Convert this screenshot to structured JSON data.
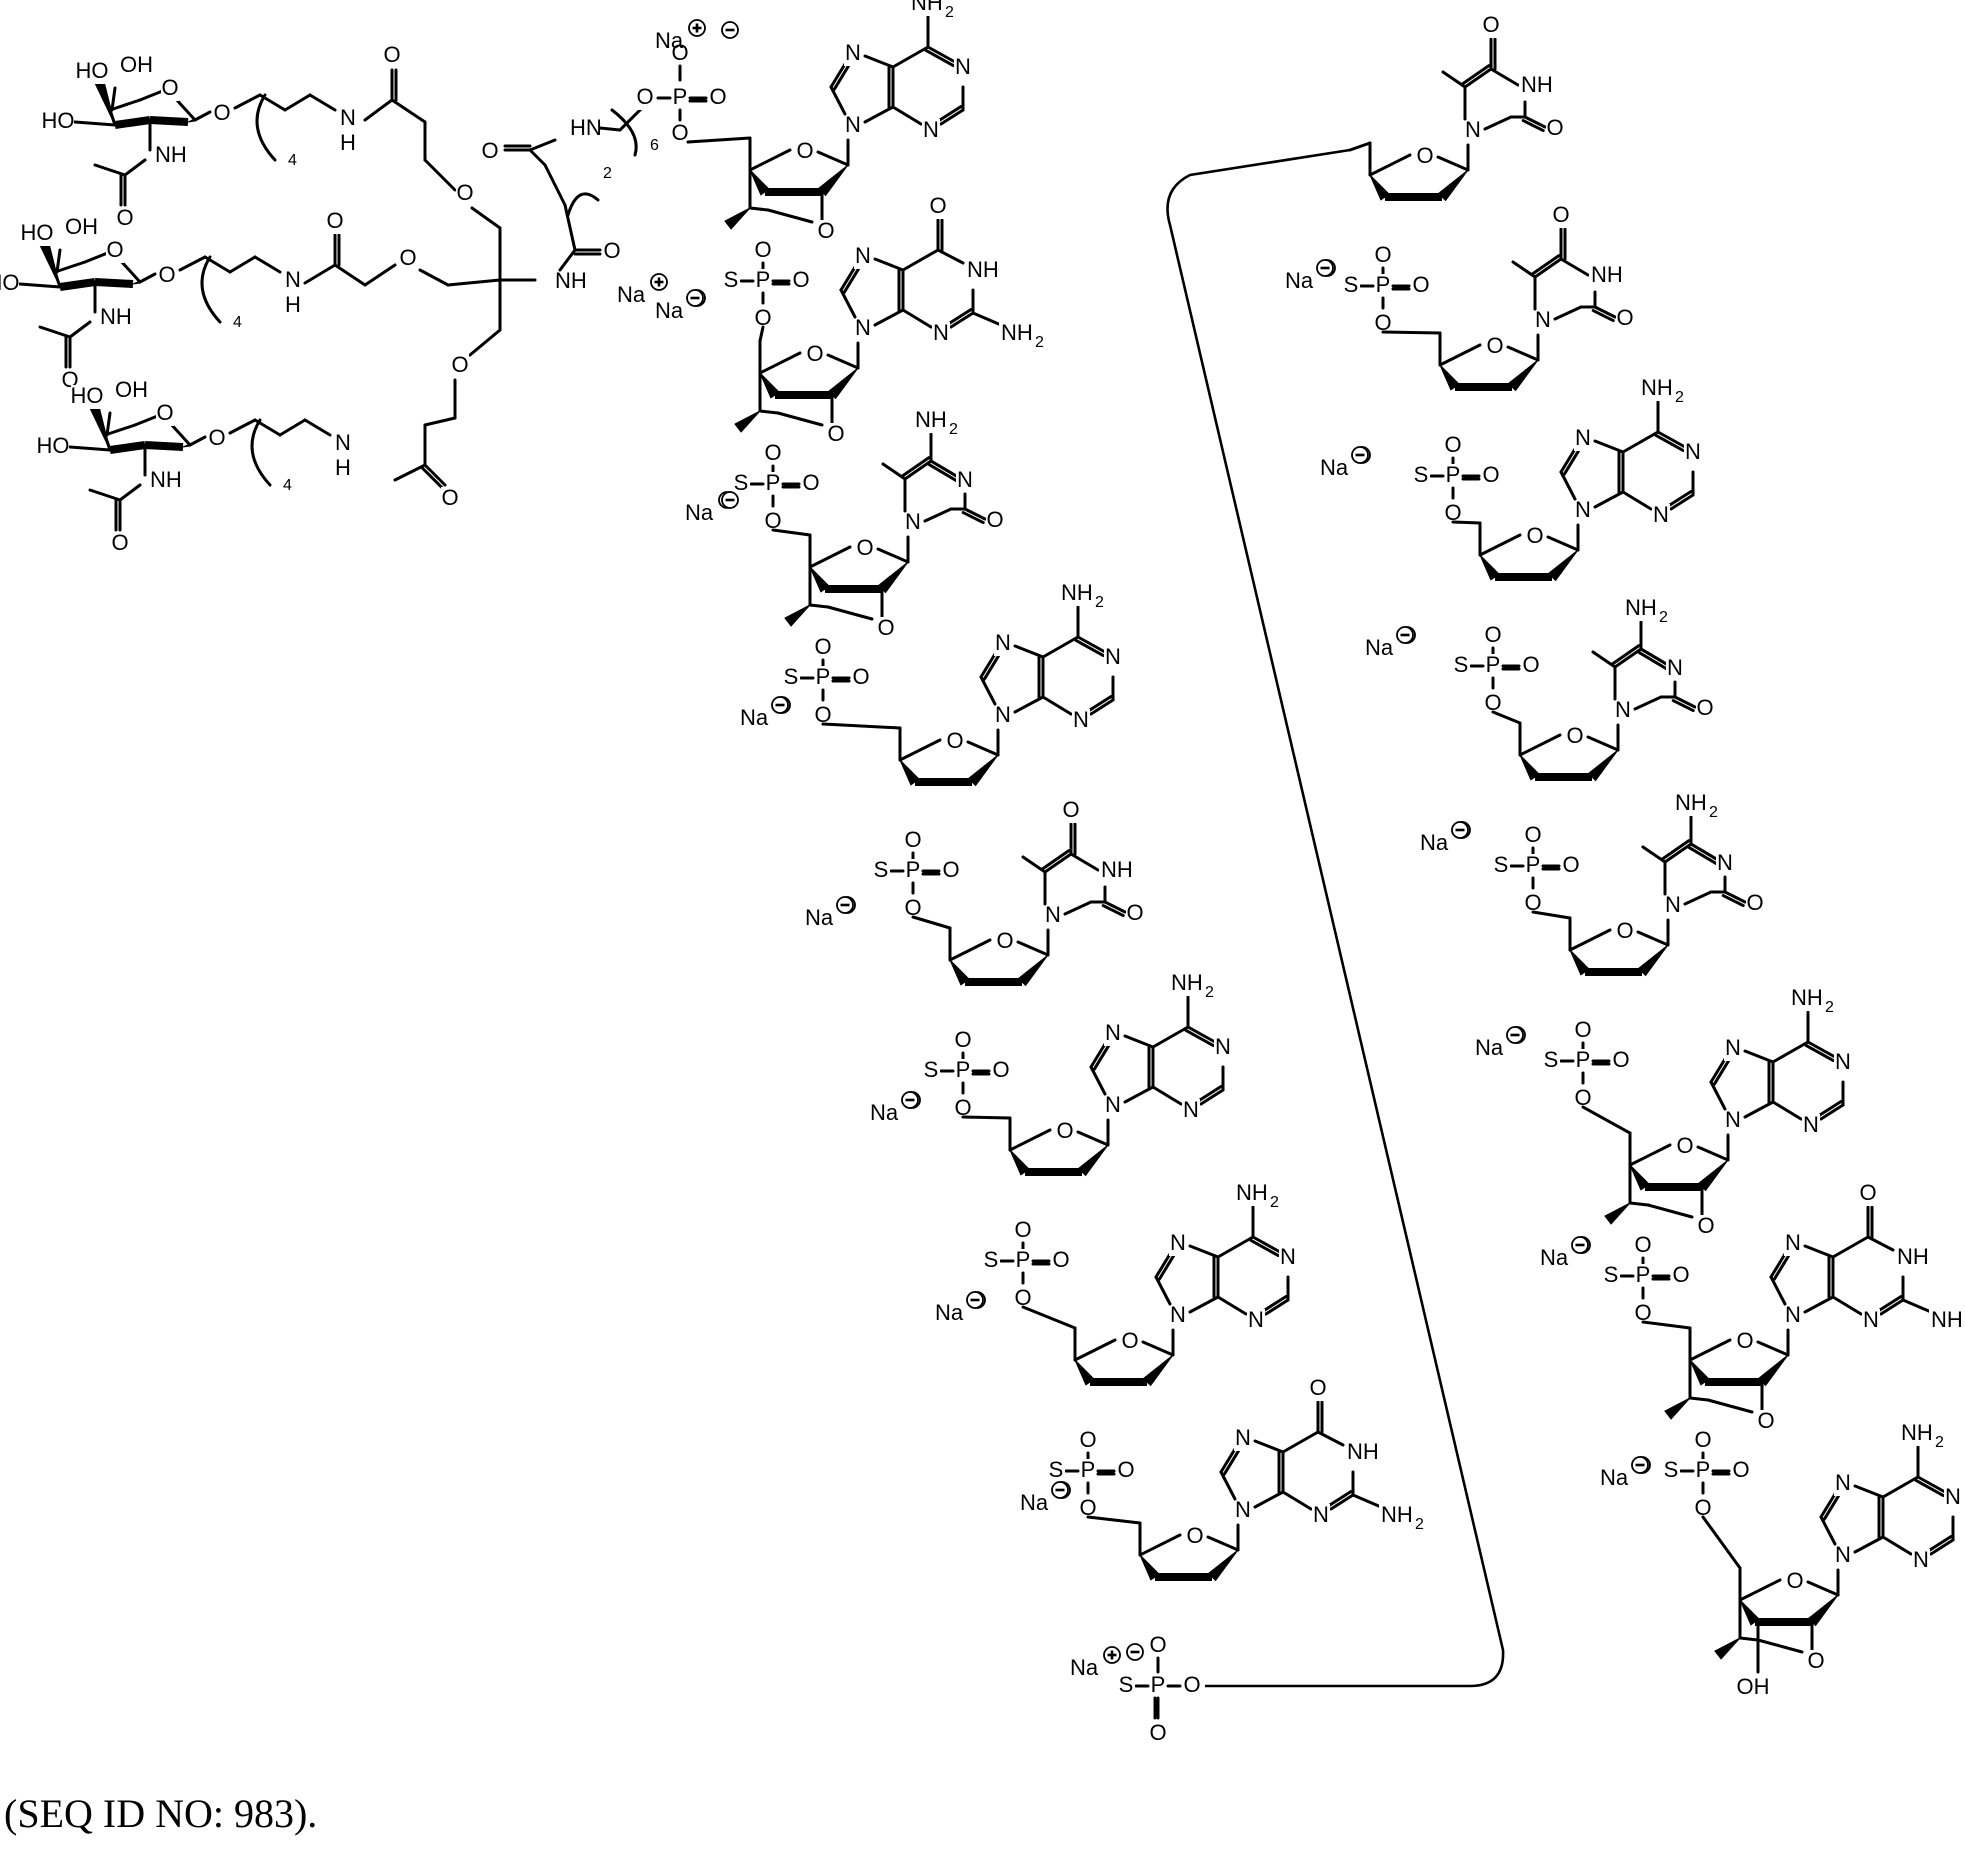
{
  "caption": "(SEQ ID NO: 983).",
  "labels": {
    "na": "Na",
    "plus": "+",
    "minus": "−",
    "o": "O",
    "oh": "OH",
    "ho": "HO",
    "nh": "NH",
    "hn": "HN",
    "n": "N",
    "h": "H",
    "nh2": "NH",
    "two": "2",
    "s": "S",
    "p": "P"
  },
  "galnac_cluster": {
    "sugars": [
      {
        "id": "galnac-1",
        "repeat": "4"
      },
      {
        "id": "galnac-2",
        "repeat": "4"
      },
      {
        "id": "galnac-3",
        "repeat": "4"
      }
    ],
    "linker_repeats": {
      "succinyl": "2",
      "hexyl": "6"
    }
  },
  "chain_left": [
    {
      "base": "A",
      "sugar": "bicyclic",
      "linkage": "phosphate-5prime"
    },
    {
      "base": "G",
      "sugar": "bicyclic",
      "linkage": "phosphorothioate"
    },
    {
      "base": "5mC",
      "sugar": "bicyclic",
      "linkage": "phosphorothioate"
    },
    {
      "base": "A",
      "sugar": "deoxy",
      "linkage": "phosphorothioate"
    },
    {
      "base": "T",
      "sugar": "deoxy",
      "linkage": "phosphorothioate"
    },
    {
      "base": "A",
      "sugar": "deoxy",
      "linkage": "phosphorothioate"
    },
    {
      "base": "A",
      "sugar": "deoxy",
      "linkage": "phosphorothioate"
    },
    {
      "base": "G",
      "sugar": "deoxy",
      "linkage": "phosphorothioate"
    }
  ],
  "chain_right": [
    {
      "base": "T",
      "sugar": "deoxy",
      "linkage": "phosphorothioate"
    },
    {
      "base": "T",
      "sugar": "deoxy",
      "linkage": "phosphorothioate"
    },
    {
      "base": "A",
      "sugar": "deoxy",
      "linkage": "phosphorothioate"
    },
    {
      "base": "5mC",
      "sugar": "deoxy",
      "linkage": "phosphorothioate"
    },
    {
      "base": "5mC",
      "sugar": "deoxy",
      "linkage": "phosphorothioate"
    },
    {
      "base": "A",
      "sugar": "bicyclic",
      "linkage": "phosphorothioate"
    },
    {
      "base": "G",
      "sugar": "bicyclic",
      "linkage": "phosphorothioate"
    },
    {
      "base": "A",
      "sugar": "bicyclic",
      "linkage": "3prime-OH"
    }
  ],
  "sequence_summary": "AGCATAAG-TTACCAGA"
}
